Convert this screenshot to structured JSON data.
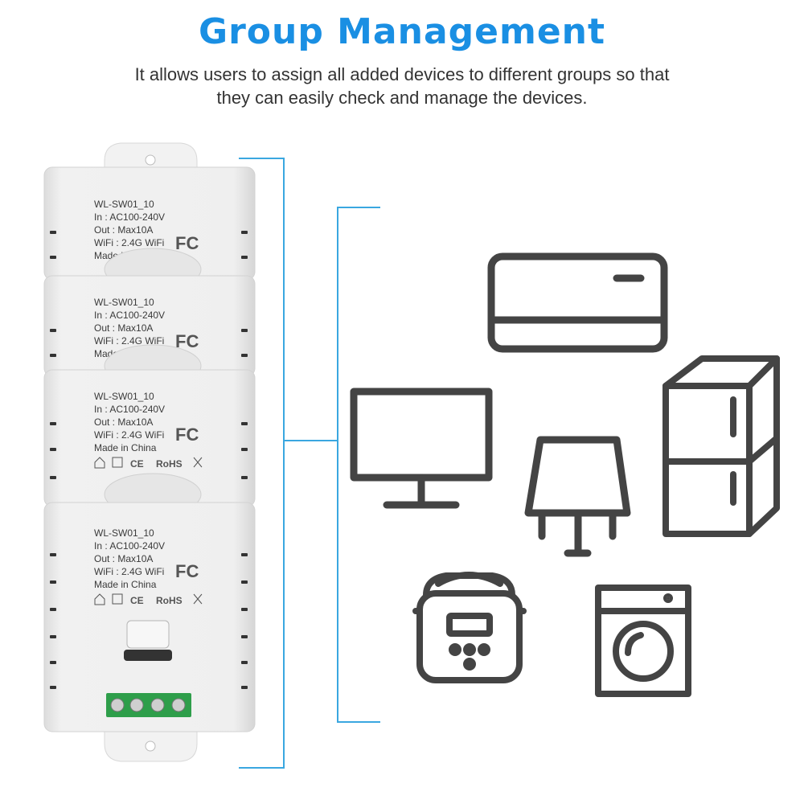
{
  "header": {
    "title": "Group Management",
    "subtitle": "It allows users to assign all added devices to different groups so that they can easily check and manage the devices."
  },
  "devices": [
    {
      "model": "WL-SW01_10",
      "input": "In : AC100-240V",
      "output": "Out : Max10A",
      "wifi": "WiFi : 2.4G WiFi",
      "origin": "Made in China",
      "cert": "FC"
    },
    {
      "model": "WL-SW01_10",
      "input": "In : AC100-240V",
      "output": "Out : Max10A",
      "wifi": "WiFi : 2.4G WiFi",
      "origin": "Made in China",
      "cert": "FC"
    },
    {
      "model": "WL-SW01_10",
      "input": "In : AC100-240V",
      "output": "Out : Max10A",
      "wifi": "WiFi : 2.4G WiFi",
      "origin": "Made in China",
      "cert": "FC",
      "marks": [
        "CE",
        "RoHS"
      ]
    },
    {
      "model": "WL-SW01_10",
      "input": "In : AC100-240V",
      "output": "Out : Max10A",
      "wifi": "WiFi : 2.4G WiFi",
      "origin": "Made in China",
      "cert": "FC",
      "marks": [
        "CE",
        "RoHS"
      ]
    }
  ],
  "appliances": [
    "air-conditioner-icon",
    "monitor-icon",
    "lamp-icon",
    "refrigerator-icon",
    "rice-cooker-icon",
    "washing-machine-icon"
  ],
  "colors": {
    "title": "#1a8fe3",
    "bracket": "#3aa7e0",
    "icon_stroke": "#444444",
    "device_body": "#eeeeee"
  }
}
